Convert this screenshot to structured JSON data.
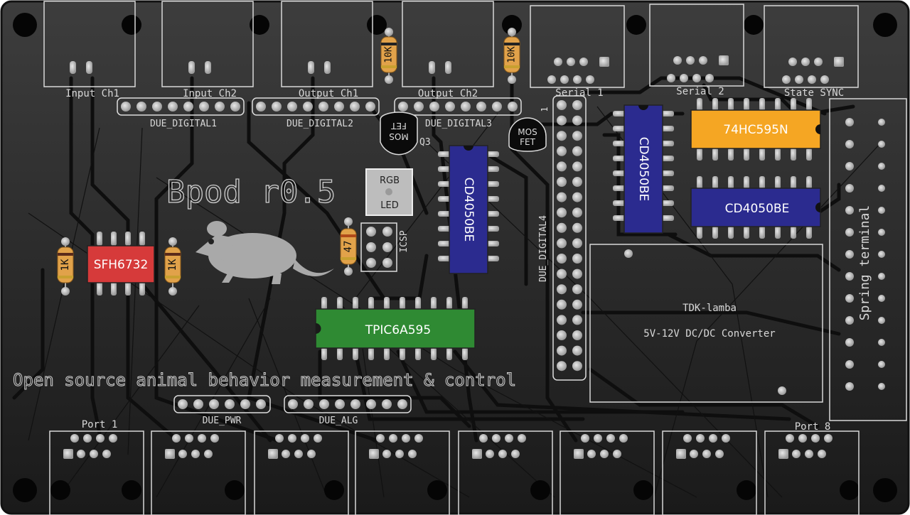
{
  "board": {
    "title": "Bpod r0.5",
    "tagline": "Open source animal behavior measurement & control",
    "colors": {
      "bg_top": "#3b3b3b",
      "bg_bottom": "#1a1a1a",
      "silk": "#d8d8d8",
      "trace": "#0d0d0d",
      "pad": "#c9c9c9"
    }
  },
  "connectors": {
    "input_ch1": "Input Ch1",
    "input_ch2": "Input Ch2",
    "output_ch1": "Output Ch1",
    "output_ch2": "Output Ch2",
    "serial1": "Serial 1",
    "serial2": "Serial 2",
    "state_sync": "State SYNC",
    "port1": "Port 1",
    "port8": "Port 8",
    "spring": "Spring terminal"
  },
  "headers": {
    "d1": "DUE_DIGITAL1",
    "d2": "DUE_DIGITAL2",
    "d3": "DUE_DIGITAL3",
    "d4": "DUE_DIGITAL4",
    "pwr": "DUE_PWR",
    "alg": "DUE_ALG",
    "icsp": "ICSP"
  },
  "chips": {
    "sfh": "SFH6732",
    "tpic": "TPIC6A595",
    "cd_center": "CD4050BE",
    "cd_right_v": "CD4050BE",
    "cd_right_h": "CD4050BE",
    "hc595": "74HC595N",
    "colors": {
      "sfh": "#d63a3a",
      "tpic": "#2f8a33",
      "cd": "#2b2b8f",
      "hc": "#f5a623"
    }
  },
  "components": {
    "r_10k": "10K",
    "r_1k": "1K",
    "r_47": "47",
    "mosfet": "MOS FET",
    "mosfet_line1": "MOS",
    "mosfet_line2": "FET",
    "q3": "Q3",
    "rgb_top": "RGB",
    "rgb_bottom": "LED",
    "tdk_line1": "TDK-lamba",
    "tdk_line2": "5V-12V DC/DC Converter",
    "marker_1": "1"
  }
}
